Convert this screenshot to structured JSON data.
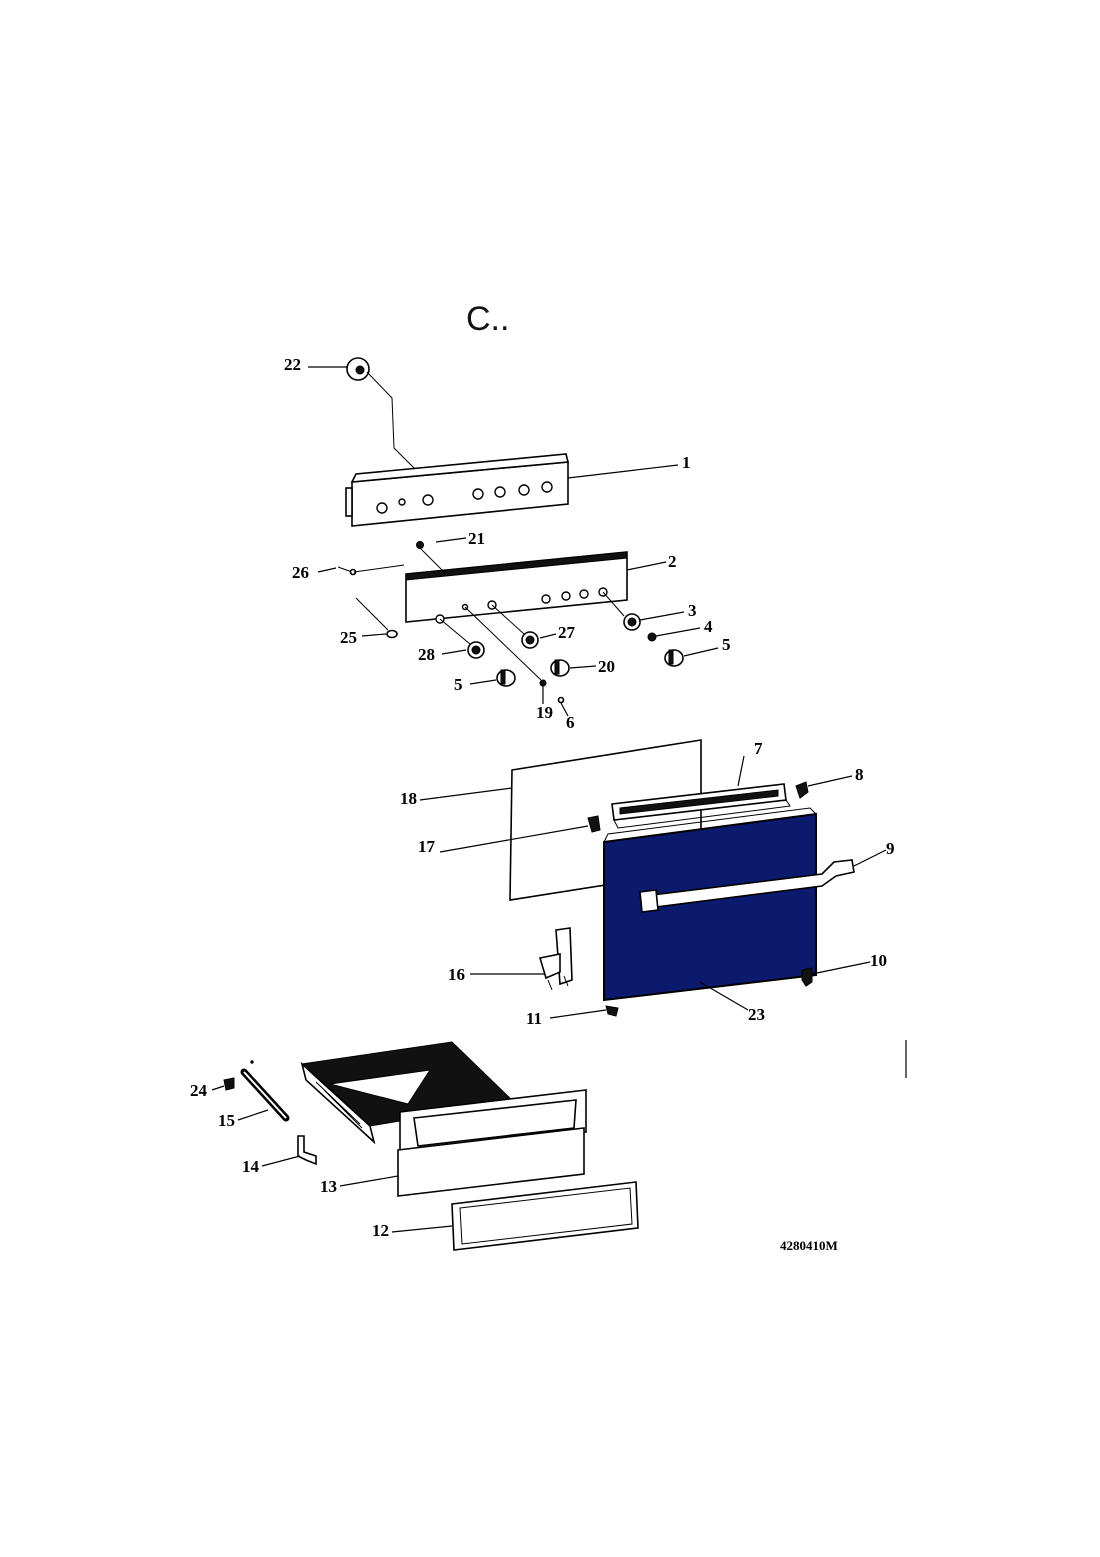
{
  "title": "C..",
  "reference_code": "4280410M",
  "colors": {
    "door_panel": "#0c1a6e",
    "line": "#000000",
    "background": "#ffffff"
  },
  "callouts": [
    "1",
    "2",
    "3",
    "4",
    "5",
    "5",
    "6",
    "7",
    "8",
    "9",
    "10",
    "11",
    "12",
    "13",
    "14",
    "15",
    "16",
    "17",
    "18",
    "19",
    "20",
    "21",
    "22",
    "23",
    "24",
    "25",
    "26",
    "27",
    "28"
  ]
}
